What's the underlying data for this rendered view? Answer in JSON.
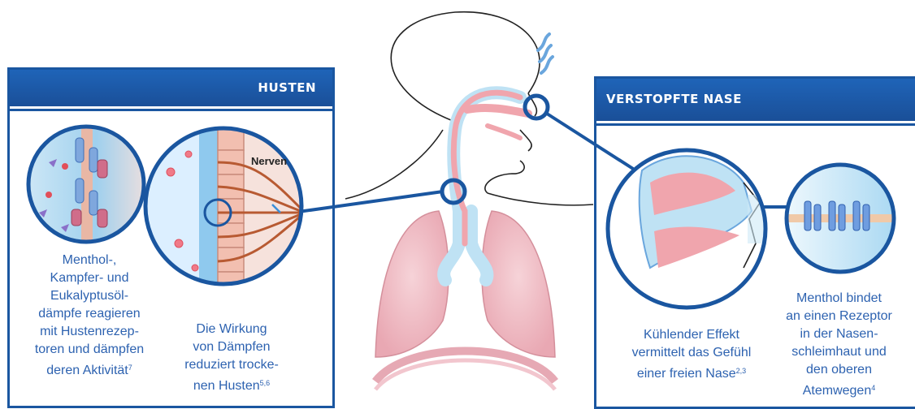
{
  "left_panel": {
    "title": "HUSTEN",
    "nerve_label": "Nerven",
    "caption_left": {
      "lines": [
        "Menthol-,",
        "Kampfer- und",
        "Eukalyptusöl-",
        "dämpfe reagieren",
        "mit Hustenrezep-",
        "toren und dämpfen",
        "deren Aktivität"
      ],
      "ref": "7"
    },
    "caption_right": {
      "lines": [
        "Die Wirkung",
        "von Dämpfen",
        "reduziert trocke-",
        "nen Husten"
      ],
      "ref": "5,6"
    }
  },
  "right_panel": {
    "title": "VERSTOPFTE NASE",
    "caption_left": {
      "lines": [
        "Kühlender Effekt",
        "vermittelt das Gefühl",
        "einer freien Nase"
      ],
      "ref": "2,3"
    },
    "caption_right": {
      "lines": [
        "Menthol bindet",
        "an einen Rezeptor",
        "in der Nasen-",
        "schleimhaut und",
        "den oberen",
        "Atemwegen"
      ],
      "ref": "4"
    }
  },
  "colors": {
    "brand_blue": "#1a56a0",
    "text_blue": "#2d62b0",
    "tissue_pink": "#f0a5ad",
    "lung_pink": "#f2c3cb",
    "airway_light_blue": "#bfe2f4"
  },
  "icons": [
    "vapor-waves-icon",
    "magnifier-ring-icon"
  ]
}
